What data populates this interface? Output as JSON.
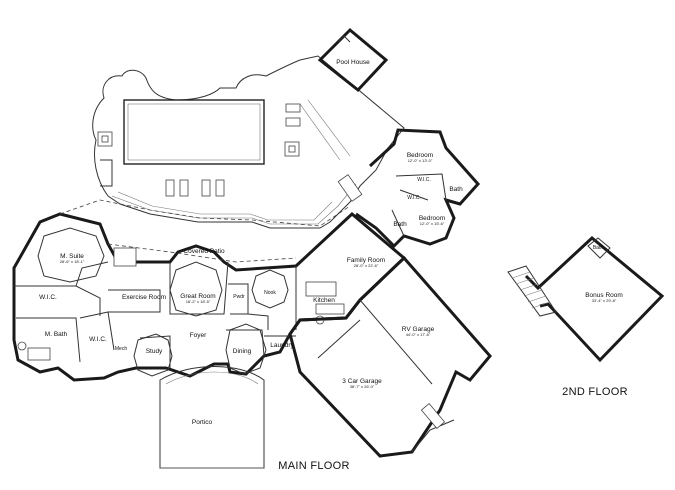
{
  "labels": {
    "main_floor": "MAIN FLOOR",
    "second_floor": "2ND FLOOR"
  },
  "rooms": {
    "pool_house": "Pool House",
    "bedroom_1": {
      "name": "Bedroom",
      "dims": "12'-0\" x 13'-0\""
    },
    "bath_1": "Bath",
    "wic_1": "W.I.C.",
    "wic_2": "W.I.C.",
    "bedroom_2": {
      "name": "Bedroom",
      "dims": "12'-0\" x 15'-6\""
    },
    "bath_2": "Bath",
    "covered_patio": "Covered Patio",
    "family_room": {
      "name": "Family Room",
      "dims": "28'-0\" x 22'-6\""
    },
    "m_suite": {
      "name": "M. Suite",
      "dims": "28'-6\" x 18'-1\""
    },
    "wic_master": "W.I.C.",
    "m_bath": "M. Bath",
    "wic_bath": "W.I.C.",
    "mech": "Mech",
    "exercise_room": "Exercise Room",
    "great_room": {
      "name": "Great Room",
      "dims": "18'-2\" x 18'-5\""
    },
    "pwdr": "Pwdr",
    "nook": "Nook",
    "kitchen": "Kitchen",
    "study": "Study",
    "foyer": "Foyer",
    "dining": "Dining",
    "laundry": "Laundry",
    "rv_garage": {
      "name": "RV Garage",
      "dims": "44'-0\" x 17'-6\""
    },
    "car_garage": {
      "name": "3 Car Garage",
      "dims": "38'-7\" x 26'-0\""
    },
    "portico": "Portico",
    "bonus_room": {
      "name": "Bonus Room",
      "dims": "33'-4\" x 29'-8\""
    },
    "bath_up": "Bath"
  }
}
